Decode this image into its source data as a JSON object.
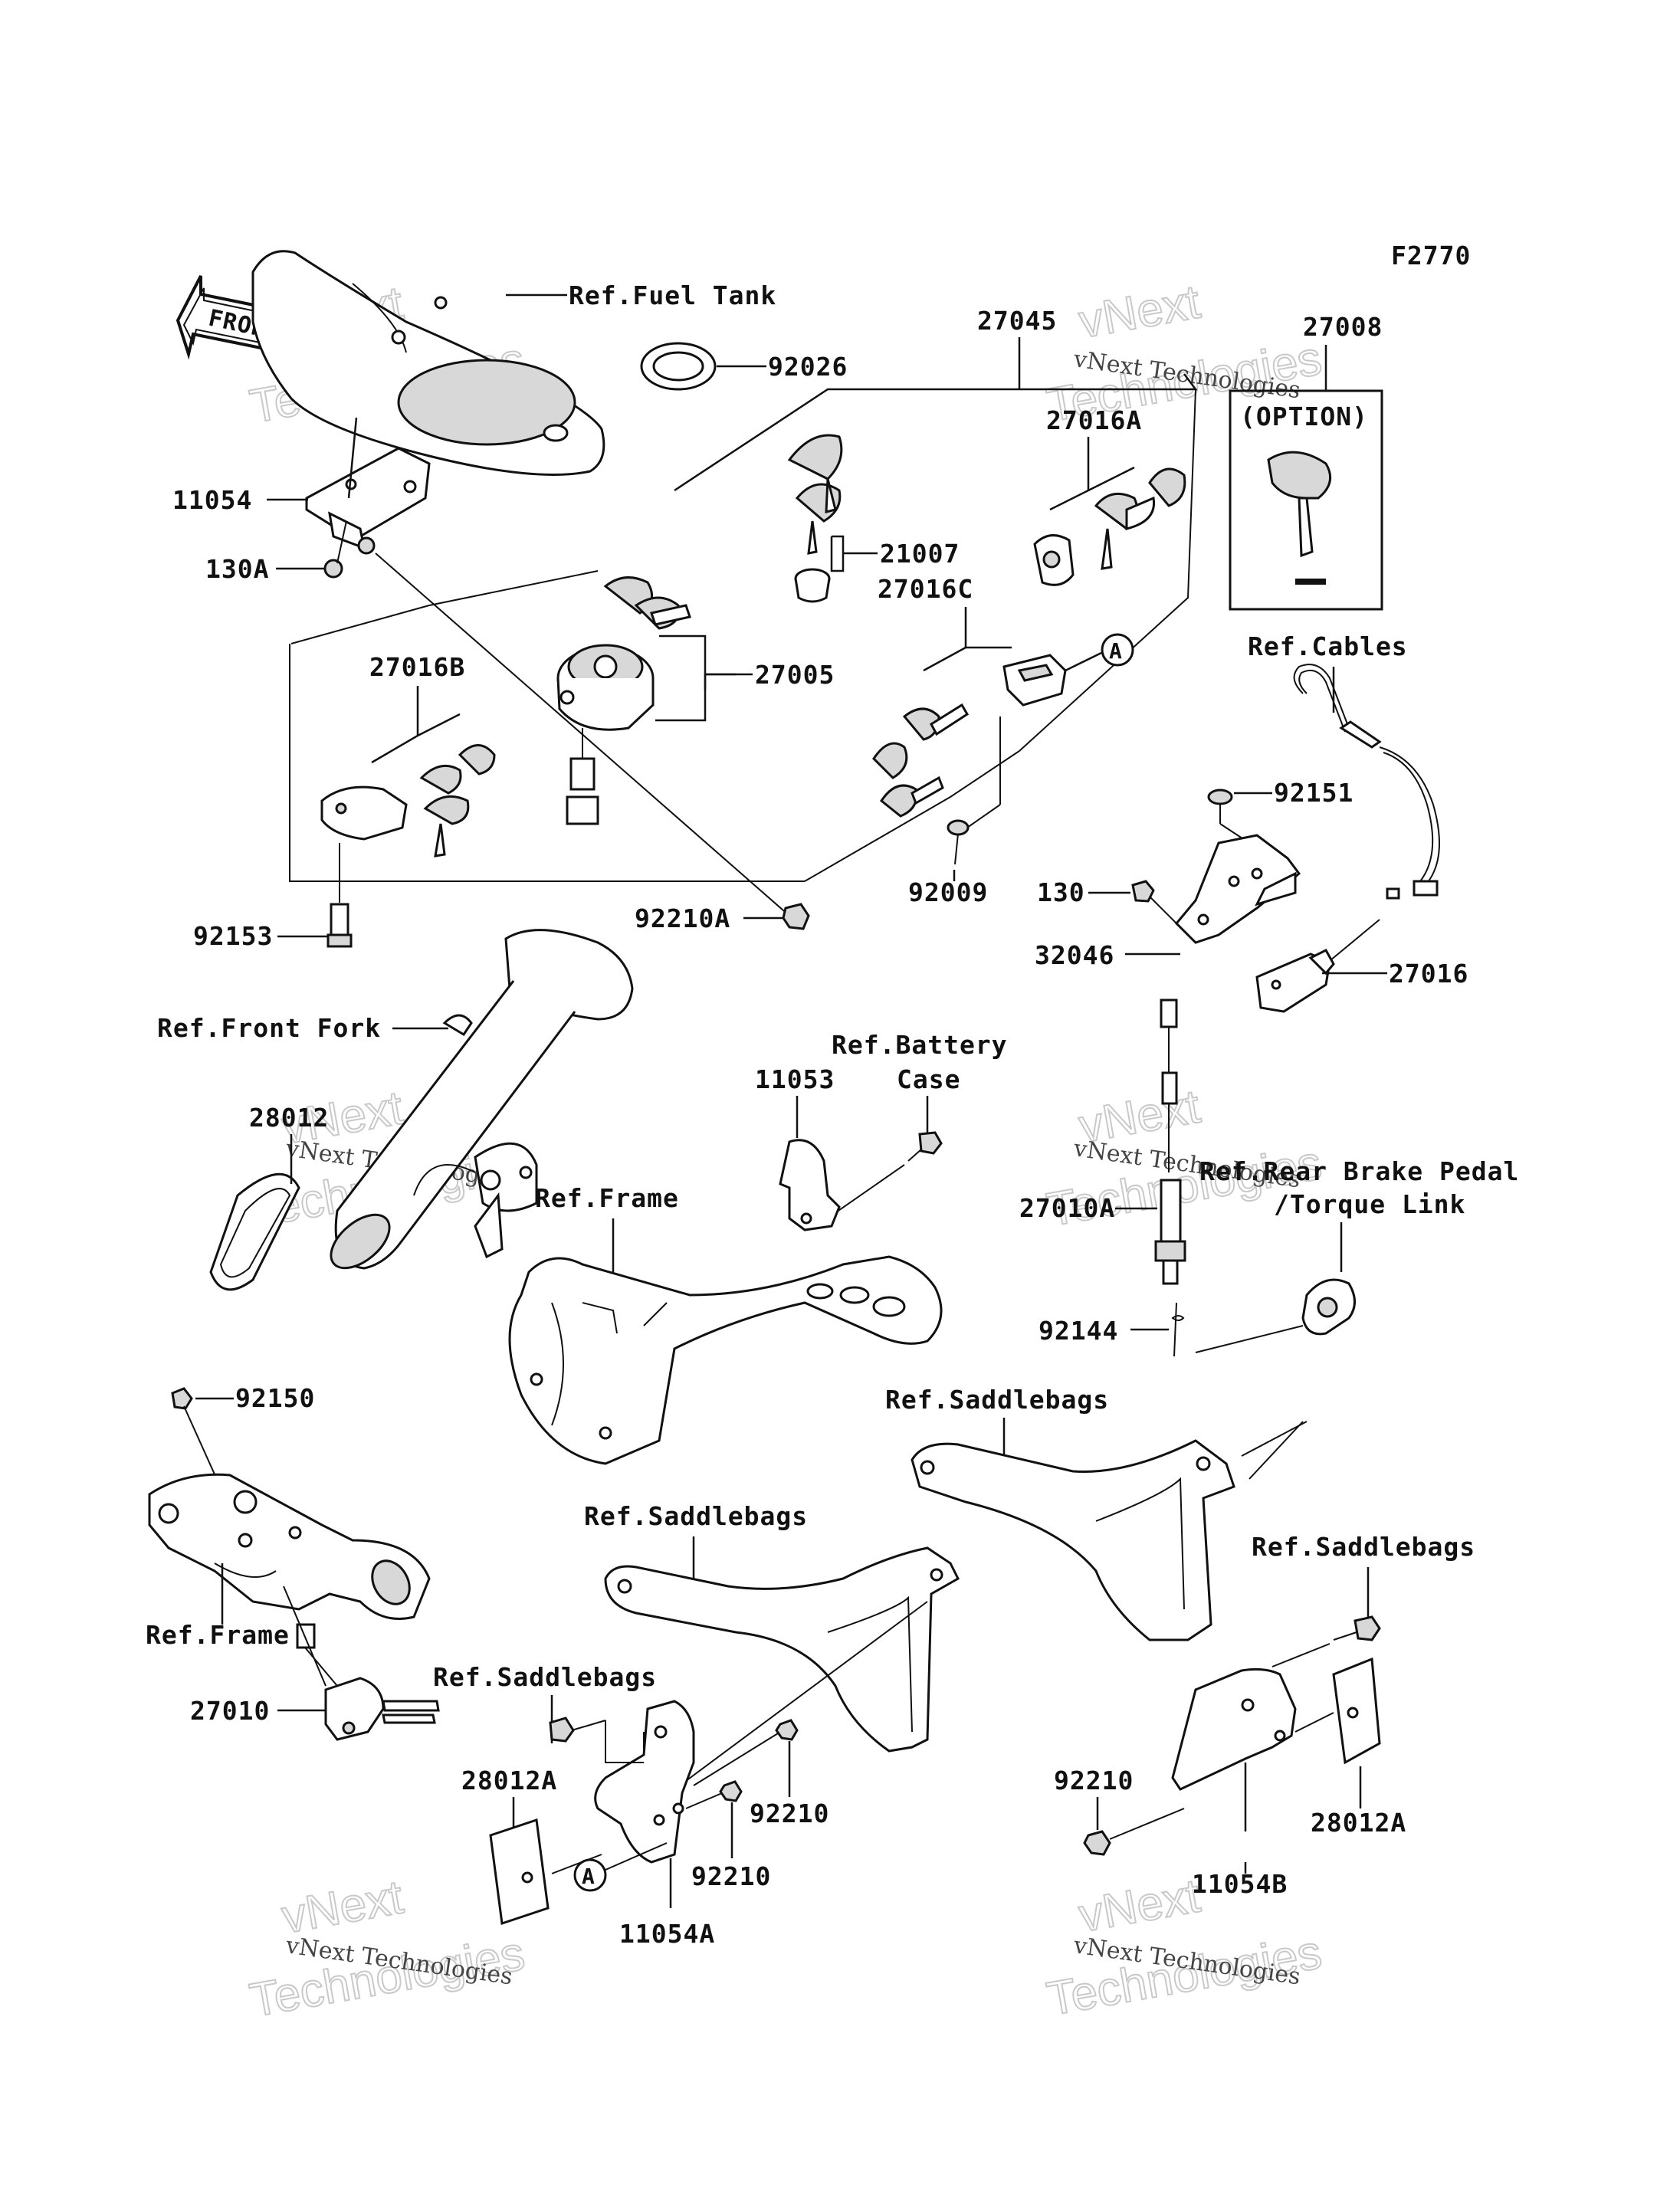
{
  "figure_code": "F2770",
  "front_arrow_label": "FRONT",
  "option_label": "(OPTION)",
  "ref_labels": {
    "fuel_tank": "Ref.Fuel Tank",
    "cables": "Ref.Cables",
    "front_fork": "Ref.Front Fork",
    "battery_case_1": "Ref.Battery",
    "battery_case_2": "Case",
    "frame_mid": "Ref.Frame",
    "rear_brake_pedal_1": "Ref.Rear Brake Pedal",
    "rear_brake_pedal_2": "/Torque Link",
    "frame_left": "Ref.Frame",
    "saddlebags_top": "Ref.Saddlebags",
    "saddlebags_mid": "Ref.Saddlebags",
    "saddlebags_right": "Ref.Saddlebags",
    "saddlebags_lower": "Ref.Saddlebags"
  },
  "part_numbers": {
    "p92026": "92026",
    "p27045": "27045",
    "p27008": "27008",
    "p27016A": "27016A",
    "p11054": "11054",
    "p130A": "130A",
    "p21007": "21007",
    "p27016C": "27016C",
    "p27016B": "27016B",
    "p27005": "27005",
    "p92151": "92151",
    "p92153": "92153",
    "p92210A": "92210A",
    "p92009": "92009",
    "p130": "130",
    "p32046": "32046",
    "p27016": "27016",
    "p28012": "28012",
    "p11053": "11053",
    "p27010A": "27010A",
    "p92144": "92144",
    "p92150": "92150",
    "p27010": "27010",
    "p28012A_left": "28012A",
    "p92210_a": "92210",
    "p92210_b": "92210",
    "p92210_c": "92210",
    "p11054A": "11054A",
    "p11054B": "11054B",
    "p28012A_right": "28012A"
  },
  "callout_letter": "A",
  "watermark": {
    "line1": "vNext Technologies",
    "line2": "vNext",
    "line3": "Technologies"
  }
}
